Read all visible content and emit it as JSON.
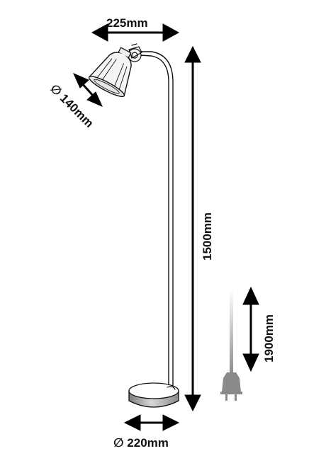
{
  "dimensions": {
    "arm_width": "225mm",
    "shade_diameter": "∅ 140mm",
    "lamp_height": "1500mm",
    "cable_length": "1900mm",
    "base_diameter": "∅ 220mm"
  },
  "colors": {
    "line": "#111111",
    "arrow": "#000000",
    "cable_gradient_top": "#ffffff",
    "cable_gradient_bottom": "#8c8c8c",
    "plug": "#8a8a8a",
    "base_shade": "#9a9a9a"
  },
  "icons": {
    "plug": "power-plug-icon"
  }
}
